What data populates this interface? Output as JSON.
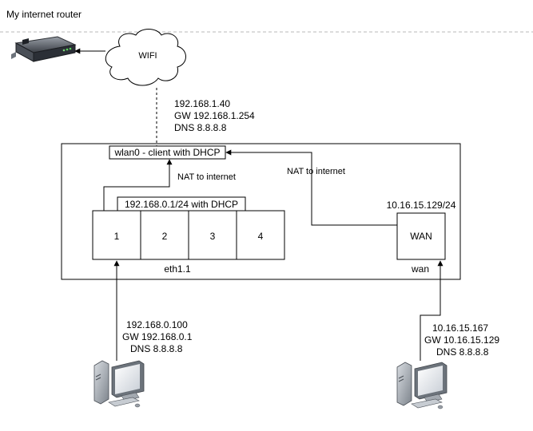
{
  "title": "My internet router",
  "cloud_label": "WIFI",
  "wlan_ip": [
    "192.168.1.40",
    "GW 192.168.1.254",
    "DNS 8.8.8.8"
  ],
  "wlan_box_label": "wlan0 - client with DHCP",
  "nat_left_label": "NAT to internet",
  "nat_right_label": "NAT to internet",
  "lan_subnet_label": "192.168.0.1/24 with DHCP",
  "ports": [
    "1",
    "2",
    "3",
    "4"
  ],
  "lan_label": "eth1.1",
  "wan_subnet_label": "10.16.15.129/24",
  "wan_port_label": "WAN",
  "wan_label": "wan",
  "pc_left": [
    "192.168.0.100",
    "GW 192.168.0.1",
    "DNS 8.8.8.8"
  ],
  "pc_right": [
    "10.16.15.167",
    "GW 10.16.15.129",
    "DNS 8.8.8.8"
  ],
  "icons": {
    "router": "router-icon",
    "cloud": "cloud-icon",
    "computer_left": "computer-icon",
    "computer_right": "computer-icon"
  }
}
